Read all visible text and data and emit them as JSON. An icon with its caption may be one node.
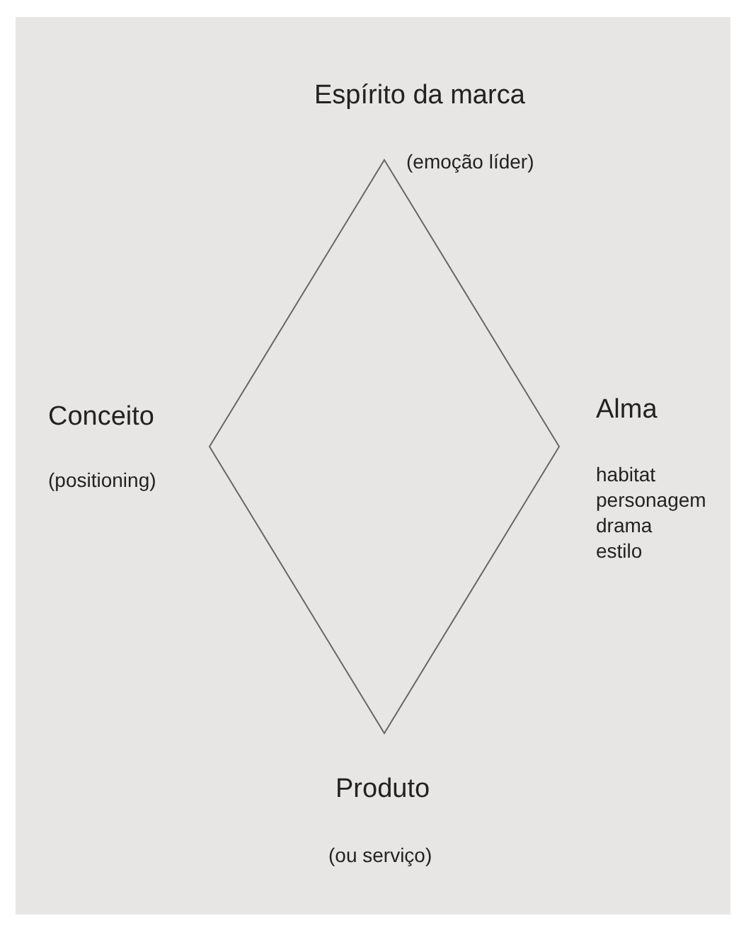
{
  "diagram": {
    "nodes": [
      {
        "text": [],
        "shape": "diamond"
      }
    ],
    "labels": [
      "Espírito da marca",
      "(emoção líder)",
      "Conceito",
      "(positioning)",
      "Alma",
      "habitat",
      "personagem",
      "drama",
      "estilo",
      "Produto",
      "(ou serviço)"
    ]
  }
}
